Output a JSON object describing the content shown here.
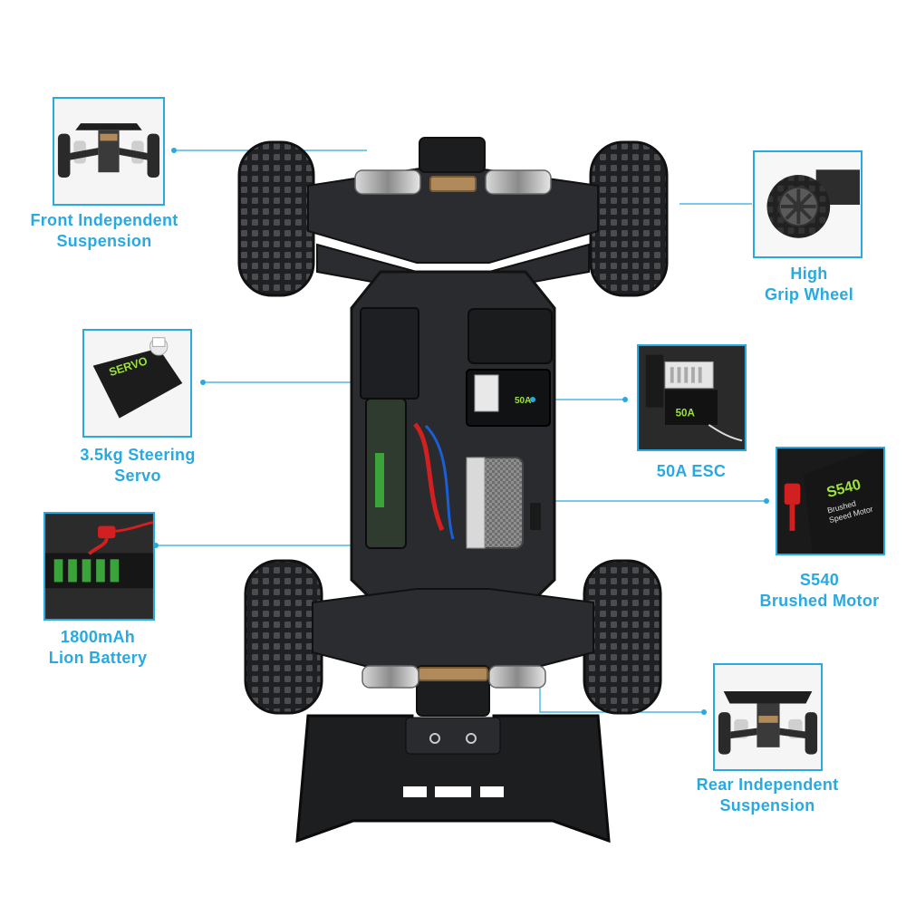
{
  "accent_color": "#29a9e1",
  "product": "RC buggy chassis (top view)",
  "features": [
    {
      "id": "front-suspension",
      "lines": [
        "Front Independent",
        "Suspension"
      ],
      "icon": "suspension-icon"
    },
    {
      "id": "grip-wheel",
      "lines": [
        "High",
        "Grip Wheel"
      ],
      "icon": "wheel-icon"
    },
    {
      "id": "steering-servo",
      "lines": [
        "3.5kg Steering",
        "Servo"
      ],
      "icon": "servo-icon"
    },
    {
      "id": "esc",
      "lines": [
        "50A ESC"
      ],
      "icon": "esc-icon"
    },
    {
      "id": "motor",
      "lines": [
        "S540",
        "Brushed Motor"
      ],
      "icon": "motor-icon"
    },
    {
      "id": "battery",
      "lines": [
        "1800mAh",
        "Lion Battery"
      ],
      "icon": "battery-icon"
    },
    {
      "id": "rear-suspension",
      "lines": [
        "Rear Independent",
        "Suspension"
      ],
      "icon": "suspension-icon"
    }
  ],
  "printed_text": {
    "esc_rating": "50A",
    "motor_label": "S540",
    "motor_sub_1": "Brushed",
    "motor_sub_2": "Speed Motor",
    "servo_label": "SERVO"
  }
}
